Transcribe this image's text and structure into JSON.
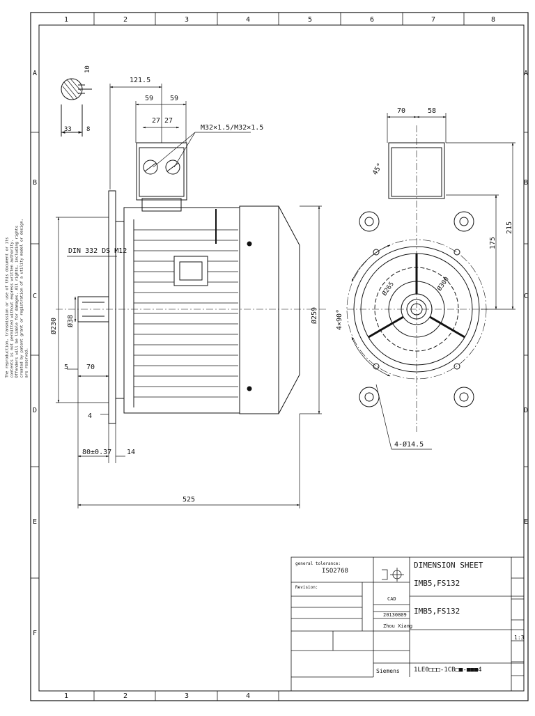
{
  "frame": {
    "columns": [
      "1",
      "2",
      "3",
      "4",
      "5",
      "6",
      "7",
      "8"
    ],
    "rows": [
      "A",
      "B",
      "C",
      "D",
      "E",
      "F"
    ],
    "bottom_columns": [
      "1",
      "2",
      "3",
      "4"
    ]
  },
  "dimensions": {
    "shaft_key": [
      "10",
      "33",
      "8"
    ],
    "top_121": "121.5",
    "top_59a": "59",
    "top_59b": "59",
    "top_27a": "27",
    "top_27b": "27",
    "gland": "M32×1.5/M32×1.5",
    "din": "DIN 332 DS M12",
    "d230": "Ø230",
    "d38": "Ø38",
    "d259": "Ø259",
    "d5": "5",
    "d70": "70",
    "d4": "4",
    "d80": "80±0.37",
    "d14": "14",
    "d525": "525",
    "side_70": "70",
    "side_58": "58",
    "side_45": "45°",
    "side_4x90": "4×90°",
    "side_265": "Ø265",
    "side_300": "Ø300",
    "side_175": "175",
    "side_215": "215",
    "side_holes": "4-Ø14.5"
  },
  "titleblock": {
    "general_tolerance": "general tolerance:",
    "tol_value": "ISO2768",
    "revision": "Revision:",
    "title_1": "DIMENSION SHEET",
    "title_2": "IMB5,FS132",
    "title_3": "IMB5,FS132",
    "scale": "1:3",
    "code": "1LE0□□□-1CB□■-■■■4",
    "company": "Siemens",
    "drawn": "Zhou Xiang",
    "cad": "CAD",
    "date": "20130809"
  },
  "side_note": "The reproduction, transmission or use of this document or its contents is not permitted without express written authority. Offenders will be liable for damages. All rights, including rights created by patent grant or registration of a utility model or design, are reserved."
}
